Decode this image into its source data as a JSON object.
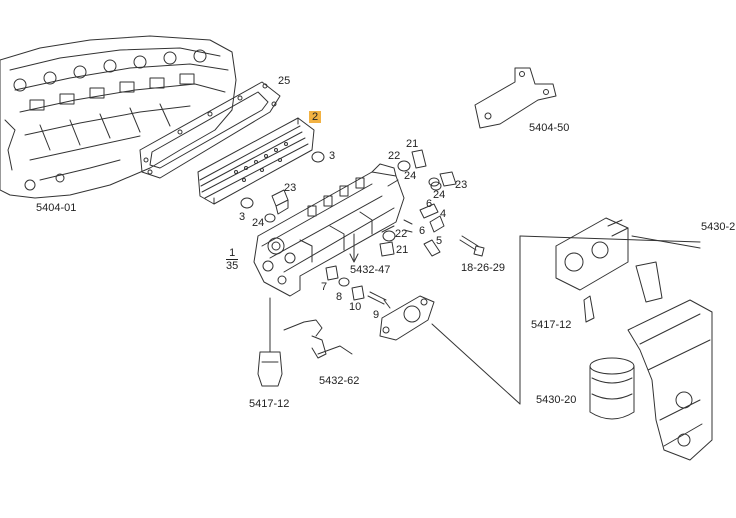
{
  "colors": {
    "line": "#333333",
    "highlight": "#f2b243",
    "background": "#ffffff"
  },
  "labels": {
    "cyl_head": "5404-01",
    "gasket": "25",
    "cooler": "2",
    "oring_right": "3",
    "oring_left": "3",
    "bracket": "5404-50",
    "seal_21_top": "21",
    "seal_22_top": "22",
    "seal_24_top": "24",
    "seal_23_top": "23",
    "seal_23_left": "23",
    "seal_24_left": "24",
    "plug_6a": "6",
    "plug_4": "4",
    "plug_6b": "6",
    "plug_5": "5",
    "seal_22_mid": "22",
    "seal_21_mid": "21",
    "bolt": "18-26-29",
    "housing_part": "5432-47",
    "frac_num": "1",
    "frac_den": "35",
    "part_7": "7",
    "part_8": "8",
    "part_10": "10",
    "part_9": "9",
    "sender_left": "5417-12",
    "kit": "5432-62",
    "sender_right": "5417-12",
    "filter_housing": "5430-2",
    "filter": "5430-20"
  }
}
